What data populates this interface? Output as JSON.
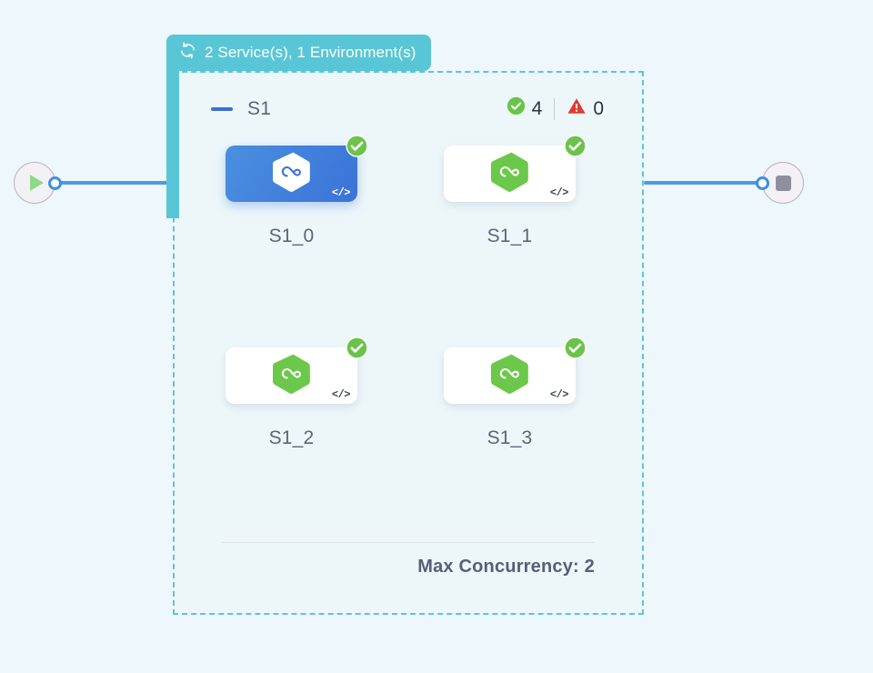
{
  "colors": {
    "background": "#eef7fb",
    "group_accent": "#58c6d6",
    "edge": "#4a9ae8",
    "selected_card": "#3b73d8",
    "success": "#6cc24a",
    "error": "#e03b2f",
    "text": "#5b6479"
  },
  "group": {
    "header_label": "2 Service(s), 1 Environment(s)",
    "header_icon": "refresh-loop-icon",
    "collapse_icon": "minus-icon",
    "title": "S1",
    "status": {
      "success_icon": "check-circle-icon",
      "success_count": "4",
      "error_icon": "warning-triangle-icon",
      "error_count": "0"
    },
    "footer_label": "Max Concurrency: 2"
  },
  "terminals": {
    "start": {
      "icon": "play-icon",
      "handle": "output-handle"
    },
    "stop": {
      "icon": "stop-square-icon",
      "handle": "input-handle"
    }
  },
  "nodes": [
    {
      "label": "S1_0",
      "selected": true,
      "service_icon": "hexagon-infinity-icon",
      "code_glyph": "</>",
      "status_icon": "check-circle-icon"
    },
    {
      "label": "S1_1",
      "selected": false,
      "service_icon": "hexagon-infinity-icon",
      "code_glyph": "</>",
      "status_icon": "check-circle-icon"
    },
    {
      "label": "S1_2",
      "selected": false,
      "service_icon": "hexagon-infinity-icon",
      "code_glyph": "</>",
      "status_icon": "check-circle-icon"
    },
    {
      "label": "S1_3",
      "selected": false,
      "service_icon": "hexagon-infinity-icon",
      "code_glyph": "</>",
      "status_icon": "check-circle-icon"
    }
  ]
}
